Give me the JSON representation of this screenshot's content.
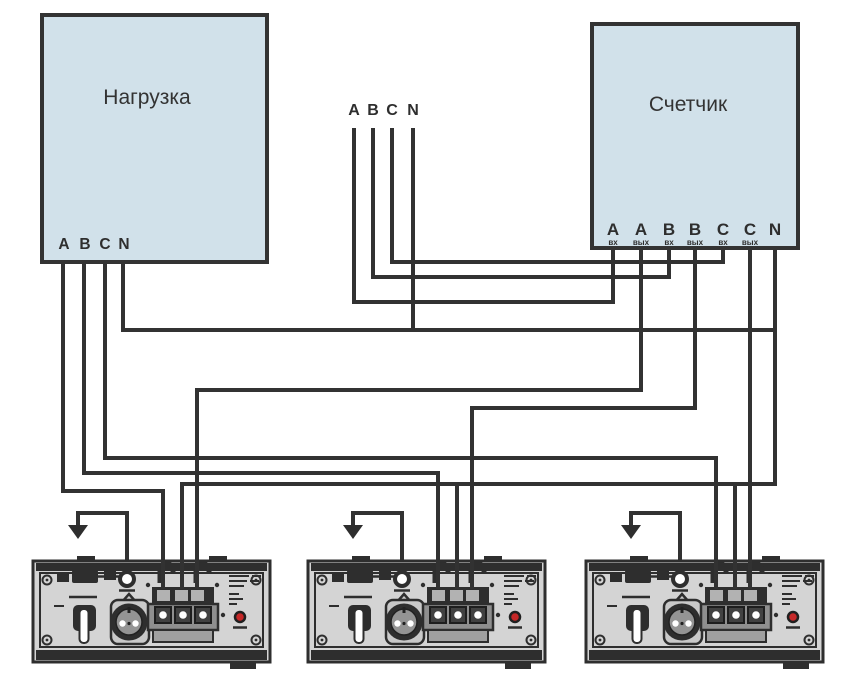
{
  "load": {
    "label": "Нагрузка",
    "terminals": [
      "A",
      "B",
      "C",
      "N"
    ]
  },
  "mains_input": {
    "terminals": [
      "A",
      "B",
      "C",
      "N"
    ]
  },
  "meter": {
    "label": "Счетчик",
    "terminals": [
      {
        "letter": "A",
        "sub": "вх"
      },
      {
        "letter": "A",
        "sub": "вых"
      },
      {
        "letter": "B",
        "sub": "вх"
      },
      {
        "letter": "B",
        "sub": "вых"
      },
      {
        "letter": "C",
        "sub": "вх"
      },
      {
        "letter": "C",
        "sub": "вых"
      },
      {
        "letter": "N",
        "sub": ""
      }
    ]
  },
  "stabilizers": {
    "count": 3
  },
  "colors": {
    "box_fill": "#d1e1ea",
    "wire": "#323232",
    "panel_light": "#d4d4d4",
    "panel_mid": "#8f8f8f",
    "dark": "#2e2e2e",
    "led_red": "#c62828",
    "background": "#ffffff"
  }
}
